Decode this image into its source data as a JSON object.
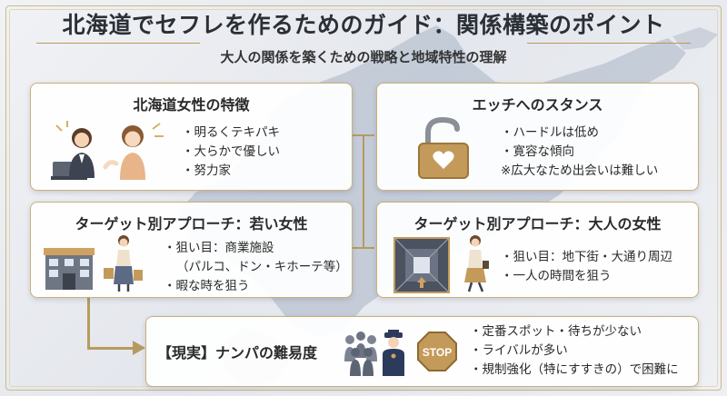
{
  "header": {
    "title": "北海道でセフレを作るためのガイド：関係構築のポイント",
    "subtitle": "大人の関係を築くための戦略と地域特性の理解"
  },
  "cards": {
    "hokkaido_women": {
      "title": "北海道女性の特徴",
      "items": [
        "明るくテキパキ",
        "大らかで優しい",
        "努力家"
      ]
    },
    "stance": {
      "title": "エッチへのスタンス",
      "items": [
        "ハードルは低め",
        "寛容な傾向"
      ],
      "note": "※広大なため出会いは難しい"
    },
    "young": {
      "title": "ターゲット別アプローチ：若い女性",
      "item1": "狙い目：商業施設",
      "item1_cont": "（パルコ、ドン・キホーテ等）",
      "item2": "暇な時を狙う"
    },
    "adult": {
      "title": "ターゲット別アプローチ：大人の女性",
      "items": [
        "狙い目：地下街・大通り周辺",
        "一人の時間を狙う"
      ]
    },
    "reality": {
      "title": "【現実】ナンパの難易度",
      "stop_sign": "STOP",
      "items": [
        "定番スポット・待ちが少ない",
        "ライバルが多い",
        "規制強化（特にすすきの）で困難に"
      ]
    }
  },
  "icons": [
    "women-chatting-illustration",
    "open-padlock-heart-icon",
    "shopping-mall-icon",
    "shopping-woman-illustration",
    "underground-passage-icon",
    "walking-woman-illustration",
    "crowd-police-illustration",
    "stop-sign-icon"
  ],
  "colors": {
    "accent_gold": "#b79a5f",
    "card_border": "#c9b07a",
    "map_blue": "#aab4c6"
  }
}
